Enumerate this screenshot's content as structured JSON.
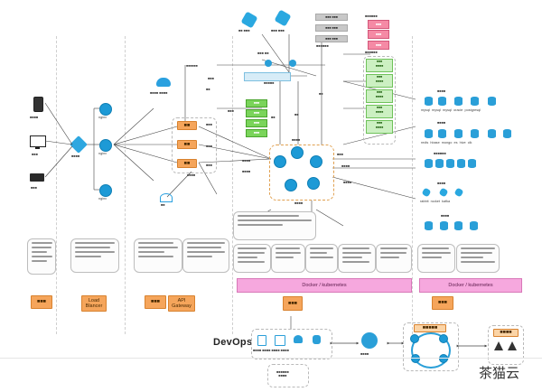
{
  "devops": {
    "title": "DevOps"
  },
  "orange_labels": [
    "",
    "Load\nBlancer",
    "",
    "API\nGateway"
  ],
  "pink_bars": [
    "Docker / kubernetes",
    "Docker / kubernetes"
  ],
  "watermark": "茶猫云",
  "colors": {
    "orange": "#f5a55b",
    "pink": "#f6a8de",
    "green": "#ccf0c2",
    "blue": "#1d9ad6",
    "gray": "#c8c8c8"
  },
  "icons": [
    "phone-icon",
    "monitor-icon",
    "router-icon",
    "load-balancer-icon",
    "cloud-icon",
    "service-icon",
    "database-icon",
    "cache-icon",
    "kubernetes-icon",
    "lock-icon",
    "user-icon"
  ]
}
